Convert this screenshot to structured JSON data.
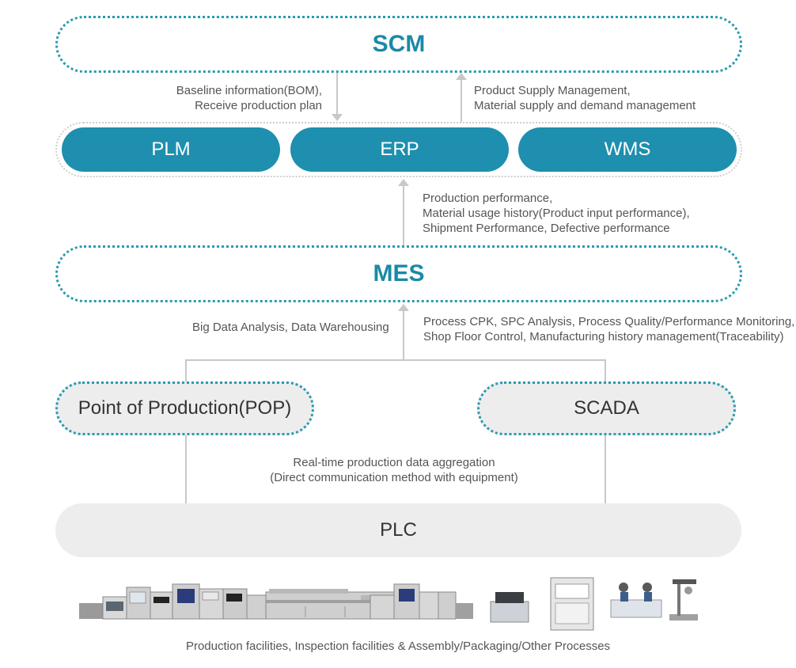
{
  "scm": {
    "label": "SCM"
  },
  "scm_down_note": [
    "Baseline information(BOM),",
    "Receive production plan"
  ],
  "scm_up_note": [
    "Product Supply Management,",
    "Material supply and demand management"
  ],
  "systems": [
    {
      "label": "PLM"
    },
    {
      "label": "ERP"
    },
    {
      "label": "WMS"
    }
  ],
  "erp_note": [
    "Production performance,",
    "Material usage history(Product input performance),",
    "Shipment Performance, Defective performance"
  ],
  "mes": {
    "label": "MES"
  },
  "mes_left_note": "Big Data Analysis, Data Warehousing",
  "mes_right_note": [
    "Process CPK, SPC Analysis, Process Quality/Performance Monitoring,",
    "Shop Floor Control, Manufacturing history management(Traceability)"
  ],
  "pop": {
    "label": "Point of Production(POP)"
  },
  "scada": {
    "label": "SCADA"
  },
  "plc_note": [
    "Real-time production data aggregation",
    "(Direct communication method with equipment)"
  ],
  "plc": {
    "label": "PLC"
  },
  "equipment_caption": "Production facilities, Inspection facilities & Assembly/Packaging/Other Processes",
  "colors": {
    "accent": "#1e8fae",
    "accent_dotted": "#2a9bb0",
    "grey": "#ededed",
    "connector": "#c8c8c8"
  }
}
